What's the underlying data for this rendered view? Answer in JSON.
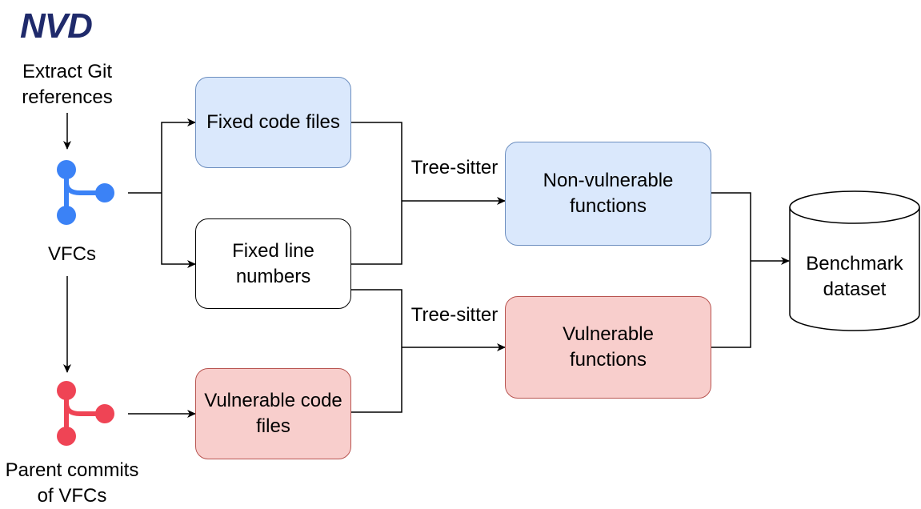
{
  "logo": {
    "text": "NVD",
    "color": "#1f2a6b"
  },
  "labels": {
    "extract_line1": "Extract Git",
    "extract_line2": "references",
    "vfcs": "VFCs",
    "parent_line1": "Parent commits",
    "parent_line2": "of VFCs",
    "tree_sitter_top": "Tree-sitter",
    "tree_sitter_bottom": "Tree-sitter"
  },
  "boxes": {
    "fixed_code_files": "Fixed code files",
    "fixed_line_line1": "Fixed line",
    "fixed_line_line2": "numbers",
    "vuln_code_line1": "Vulnerable code",
    "vuln_code_line2": "files",
    "nonvuln_line1": "Non-vulnerable",
    "nonvuln_line2": "functions",
    "vuln_func_line1": "Vulnerable",
    "vuln_func_line2": "functions",
    "benchmark_line1": "Benchmark",
    "benchmark_line2": "dataset"
  },
  "colors": {
    "blue_fill": "#dae8fc",
    "blue_border": "#6c8ebf",
    "red_fill": "#f8cecc",
    "red_border": "#b85450",
    "git_blue": "#3b82f6",
    "git_red": "#ef4455"
  },
  "icons": {
    "vfc_icon": "git-branch-icon",
    "parent_icon": "git-branch-icon"
  }
}
